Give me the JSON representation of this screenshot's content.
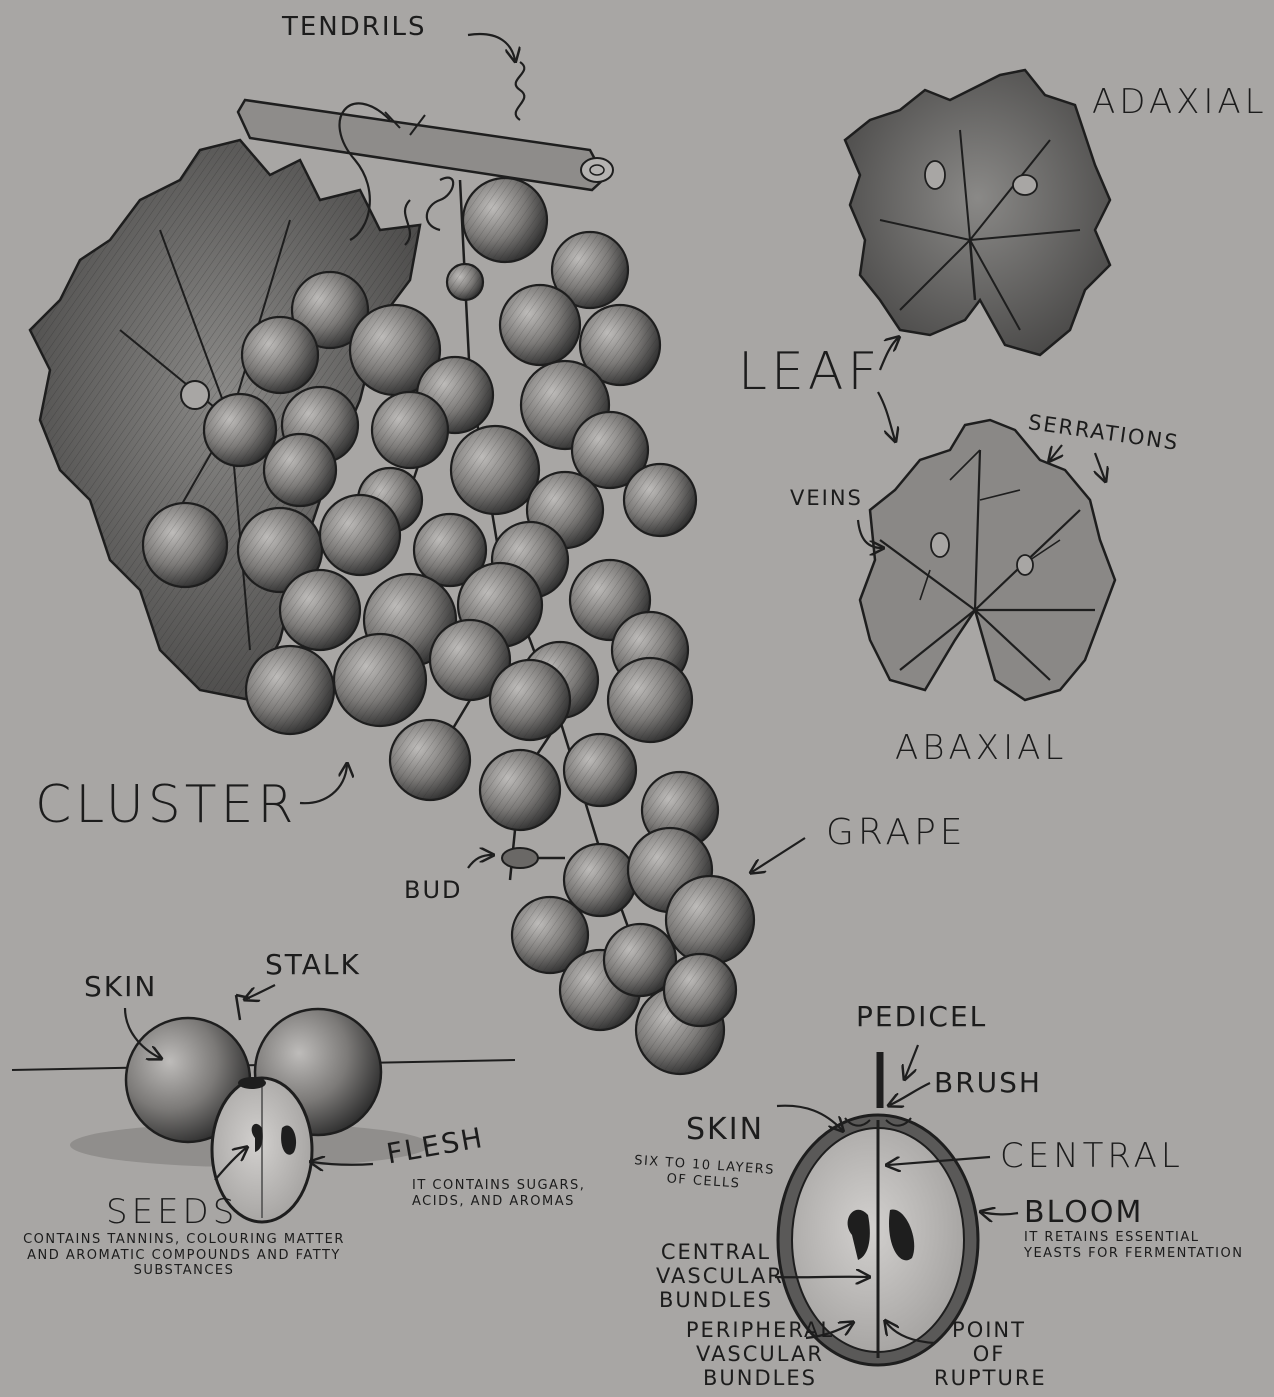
{
  "labels": {
    "tendrils": "TENDRILS",
    "adaxial": "ADAXIAL",
    "leaf": "LEAF",
    "serrations": "SERRATIONS",
    "veins": "VEINS",
    "abaxial": "ABAXIAL",
    "cluster": "CLUSTER",
    "grape": "GRAPE",
    "bud": "BUD",
    "skin_left": "SKIN",
    "stalk": "STALK",
    "flesh": "FLESH",
    "flesh_note": "IT CONTAINS SUGARS, ACIDS, AND AROMAS",
    "seeds": "SEEDS",
    "seeds_note": "CONTAINS TANNINS, COLOURING MATTER AND AROMATIC COMPOUNDS AND FATTY SUBSTANCES",
    "pedicel": "PEDICEL",
    "brush": "BRUSH",
    "skin_right": "SKIN",
    "skin_note": "SIX TO 10 LAYERS OF CELLS",
    "central": "CENTRAL",
    "bloom": "BLOOM",
    "bloom_note": "IT RETAINS ESSENTIAL YEASTS FOR FERMENTATION",
    "central_vascular": "CENTRAL VASCULAR BUNDLES",
    "peripheral_vascular": "PERIPHERAL VASCULAR BUNDLES",
    "point_of_rupture": "POINT OF RUPTURE"
  },
  "colors": {
    "background": "#a8a6a4",
    "ink": "#1e1e1e",
    "grape_light": "#9a9896",
    "grape_dark": "#3a3a3a",
    "leaf_fill": "#6b6a69",
    "flesh_fill": "#c4c2c0"
  }
}
